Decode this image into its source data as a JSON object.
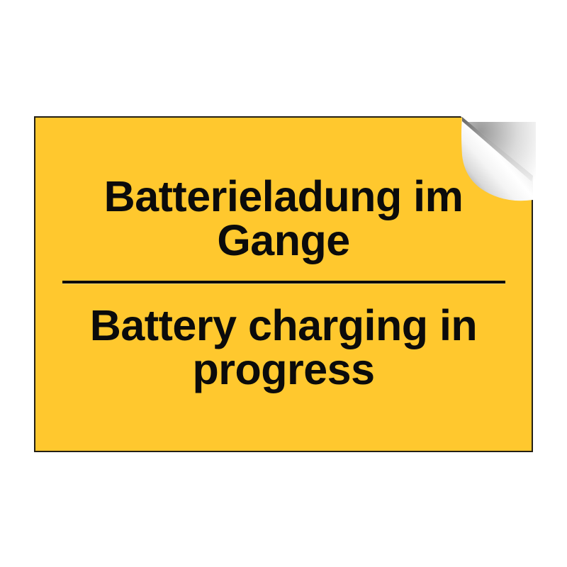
{
  "sign": {
    "kind": "safety-notice-sticker",
    "background_color": "#FFC82E",
    "text_color": "#0B0B0B",
    "border_color": "#231F14",
    "messages": {
      "german": "Batterieladung im Gange",
      "english": "Battery charging in progress"
    },
    "divider": {
      "present": true,
      "color": "#0B0B0B"
    },
    "peel": {
      "corner": "top-right",
      "icon": "peeled-corner-icon",
      "highlight_color": "#FFFFFF",
      "shade_color": "#8A8A8A"
    }
  },
  "page": {
    "background_color": "#FFFFFF"
  }
}
